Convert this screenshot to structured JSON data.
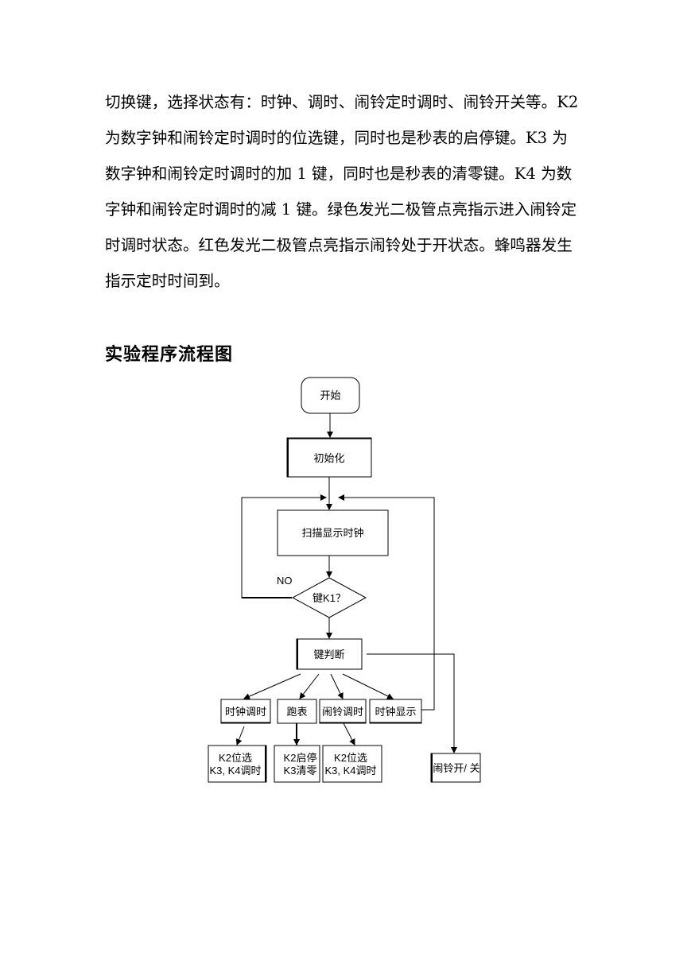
{
  "paragraph": {
    "lines": [
      "切换键，选择状态有：时钟、调时、闹铃定时调时、闹铃开关等。K2",
      "为数字钟和闹铃定时调时的位选键，同时也是秒表的启停键。K3 为",
      "数字钟和闹铃定时调时的加 1 键，同时也是秒表的清零键。K4 为数",
      "字钟和闹铃定时调时的减 1 键。绿色发光二极管点亮指示进入闹铃定",
      "时调时状态。红色发光二极管点亮指示闹铃处于开状态。蜂鸣器发生",
      "指示定时时间到。"
    ]
  },
  "heading": "实验程序流程图",
  "flowchart": {
    "start": "开始",
    "init": "初始化",
    "scan": "扫描显示时钟",
    "decision": "键K1？",
    "no_label": "NO",
    "judge": "键判断",
    "branch_clock_adjust": "时钟调时",
    "branch_stopwatch": "跑表",
    "branch_alarm_adjust": "闹铃调时",
    "branch_clock_display": "时钟显示",
    "sub_clock_line1": "K2位选",
    "sub_clock_line2": "K3, K4调时",
    "sub_stopwatch_line1": "K2启停",
    "sub_stopwatch_line2": "K3清零",
    "sub_alarm_line1": "K2位选",
    "sub_alarm_line2": "K3, K4调时",
    "alarm_toggle": "闹铃开/ 关"
  }
}
